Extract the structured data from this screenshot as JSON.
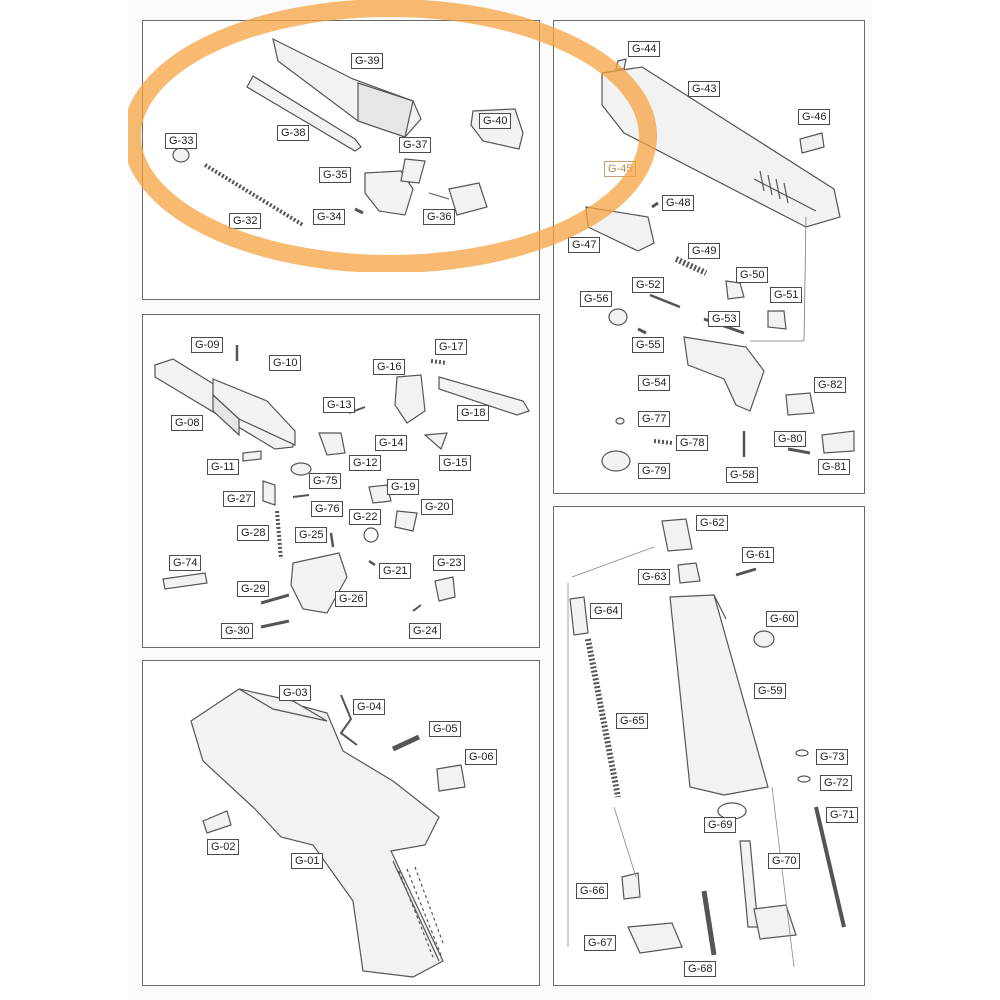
{
  "colors": {
    "highlight_ring": "#f4a340",
    "line": "#555555",
    "part_fill": "#f2f2f2"
  },
  "panels": {
    "barrel_group": {
      "labels": {
        "g39": "G-39",
        "g40": "G-40",
        "g38": "G-38",
        "g37": "G-37",
        "g33": "G-33",
        "g35": "G-35",
        "g36": "G-36",
        "g34": "G-34",
        "g32": "G-32"
      }
    },
    "slide_group": {
      "labels": {
        "g44": "G-44",
        "g43": "G-43",
        "g46": "G-46",
        "g45": "G-45",
        "g48": "G-48",
        "g47": "G-47",
        "g49": "G-49",
        "g50": "G-50",
        "g52": "G-52",
        "g56": "G-56",
        "g51": "G-51",
        "g53": "G-53",
        "g55": "G-55",
        "g54": "G-54",
        "g82": "G-82",
        "g77": "G-77",
        "g78": "G-78",
        "g80": "G-80",
        "g79": "G-79",
        "g58": "G-58",
        "g81": "G-81"
      }
    },
    "trigger_group": {
      "labels": {
        "g09": "G-09",
        "g10": "G-10",
        "g16": "G-16",
        "g17": "G-17",
        "g13": "G-13",
        "g18": "G-18",
        "g08": "G-08",
        "g14": "G-14",
        "g12": "G-12",
        "g15": "G-15",
        "g11": "G-11",
        "g75": "G-75",
        "g19": "G-19",
        "g27": "G-27",
        "g76": "G-76",
        "g22": "G-22",
        "g20": "G-20",
        "g28": "G-28",
        "g25": "G-25",
        "g74": "G-74",
        "g21": "G-21",
        "g23": "G-23",
        "g29": "G-29",
        "g26": "G-26",
        "g30": "G-30",
        "g24": "G-24"
      }
    },
    "frame_group": {
      "labels": {
        "g03": "G-03",
        "g04": "G-04",
        "g05": "G-05",
        "g06": "G-06",
        "g02": "G-02",
        "g01": "G-01"
      }
    },
    "magazine_group": {
      "labels": {
        "g62": "G-62",
        "g61": "G-61",
        "g63": "G-63",
        "g64": "G-64",
        "g60": "G-60",
        "g59": "G-59",
        "g65": "G-65",
        "g73": "G-73",
        "g72": "G-72",
        "g71": "G-71",
        "g69": "G-69",
        "g70": "G-70",
        "g66": "G-66",
        "g67": "G-67",
        "g68": "G-68"
      }
    }
  }
}
